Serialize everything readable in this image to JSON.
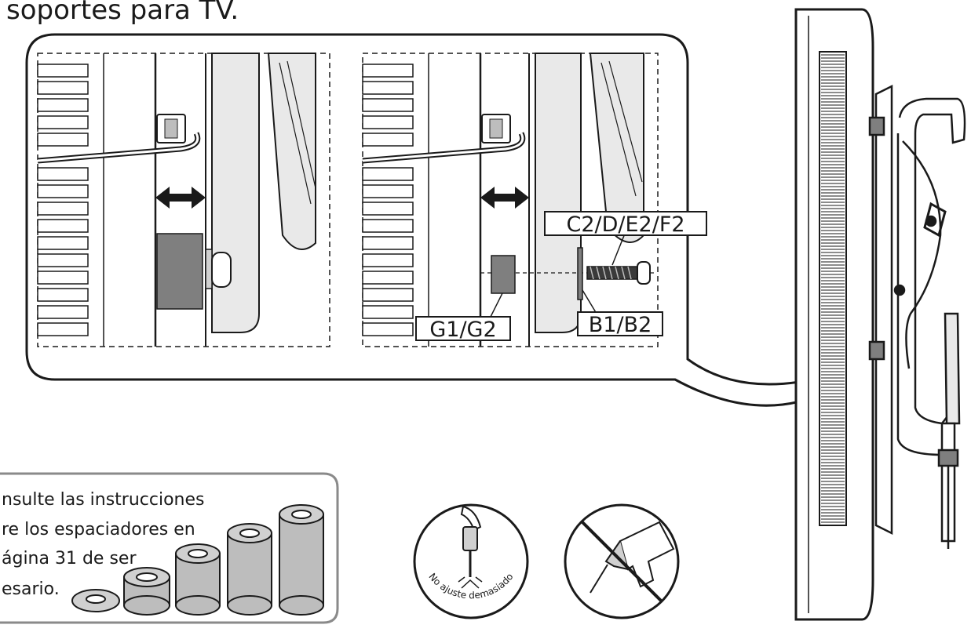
{
  "header": {
    "title_fragment": "soportes para TV."
  },
  "labels": {
    "bolt_set": "C2/D/E2/F2",
    "spacer": "G1/G2",
    "washer": "B1/B2"
  },
  "note": {
    "lines": [
      "nsulte las instrucciones",
      "re los espaciadores en",
      "ágina 31 de ser",
      "esario."
    ]
  },
  "warning": {
    "caption": "No ajuste demasiado"
  },
  "colors": {
    "line": "#1a1a1a",
    "panel_fill": "#e9e9e9",
    "spacer_fill": "#7f7f7f",
    "arrow": "#1a1a1a"
  },
  "icons": {
    "manual_screwdriver": "hand-screwdriver-icon",
    "no_power_drill": "no-power-drill-icon",
    "double_arrow": "double-arrow-icon"
  }
}
